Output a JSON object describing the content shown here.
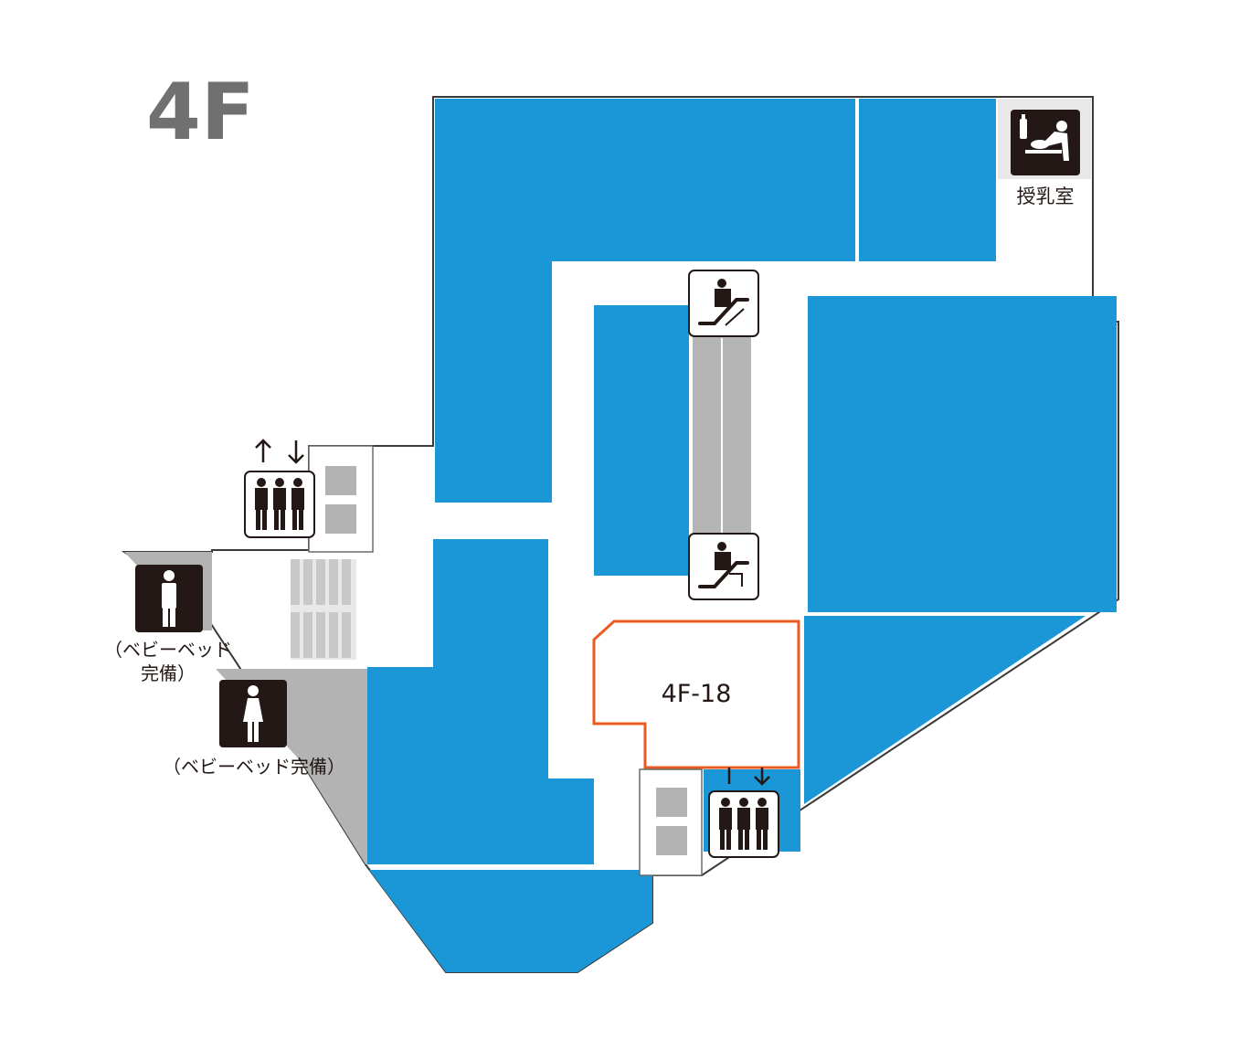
{
  "floor": {
    "label": "4F"
  },
  "colors": {
    "shop": "#1b96d6",
    "highlight": "#ea5b22",
    "corridor": "#ffffff",
    "escalator_track": "#b5b5b5",
    "service": "#b3b3b3",
    "icon_dark": "#231815",
    "title": "#707070"
  },
  "shops": {
    "highlighted_label": "4F-18"
  },
  "facilities": {
    "nursing_room": "授乳室",
    "mens_restroom_note_1": "（ベビーベッド",
    "mens_restroom_note_2": "完備）",
    "womens_restroom_note": "（ベビーベッド完備）"
  },
  "icons": {
    "escalator": "escalator-icon",
    "elevator": "elevator-icon",
    "elevator_arrows": "elevator-up-down-arrows",
    "mens_restroom": "male-restroom-icon",
    "womens_restroom": "female-restroom-icon",
    "nursing_room": "nursing-room-icon"
  }
}
